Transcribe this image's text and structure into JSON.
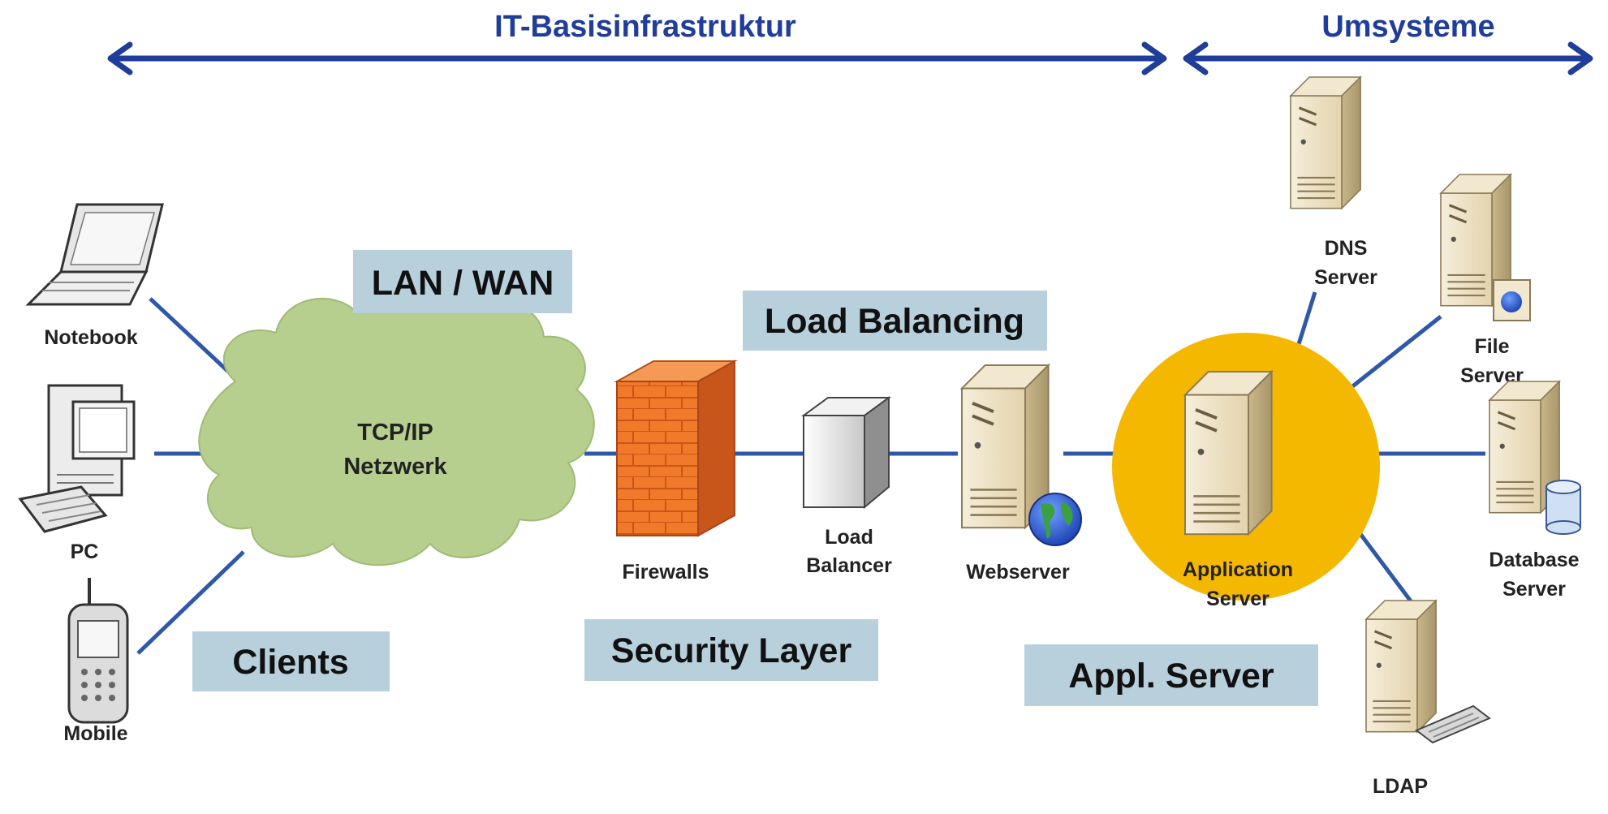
{
  "headers": {
    "left": "IT-Basisinfrastruktur",
    "right": "Umsysteme"
  },
  "categories": {
    "lan_wan": "LAN / WAN",
    "load_balancing": "Load Balancing",
    "clients": "Clients",
    "security_layer": "Security Layer",
    "appl_server": "Appl. Server"
  },
  "cloud": {
    "line1": "TCP/IP",
    "line2": "Netzwerk"
  },
  "devices": {
    "notebook": "Notebook",
    "pc": "PC",
    "mobile": "Mobile",
    "firewalls": "Firewalls",
    "load_balancer_1": "Load",
    "load_balancer_2": "Balancer",
    "webserver": "Webserver",
    "app_server_1": "Application",
    "app_server_2": "Server",
    "dns_1": "DNS",
    "dns_2": "Server",
    "file_1": "File",
    "file_2": "Server",
    "db_1": "Database",
    "db_2": "Server",
    "ldap": "LDAP"
  },
  "colors": {
    "header_blue": "#1f3d99",
    "link_blue": "#2f58a8",
    "label_box": "#b8d0dc",
    "cloud": "#b7cf8e",
    "highlight": "#f5b800",
    "server_beige": "#e9dcbd",
    "firewall_orange": "#f07a2a"
  },
  "icons": [
    "notebook-icon",
    "pc-icon",
    "mobile-icon",
    "cloud-icon",
    "firewall-icon",
    "load-balancer-icon",
    "webserver-icon",
    "globe-icon",
    "application-server-icon",
    "dns-server-icon",
    "file-server-icon",
    "database-server-icon",
    "ldap-server-icon"
  ]
}
